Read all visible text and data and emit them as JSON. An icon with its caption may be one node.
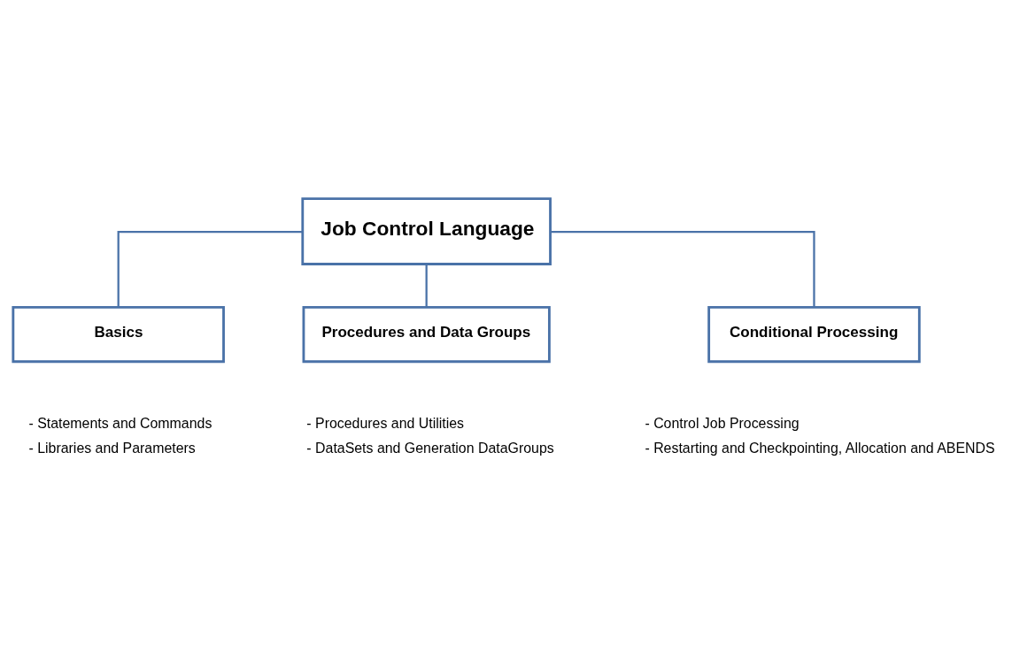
{
  "diagram": {
    "nodes": [
      {
        "text": [
          "Job Control Language"
        ]
      },
      {
        "text": [
          "Basics"
        ],
        "beside": [
          "- Statements and Commands",
          "- Libraries and Parameters"
        ]
      },
      {
        "text": [
          "Procedures and Data Groups"
        ],
        "beside": [
          "- Procedures and Utilities",
          "- DataSets and Generation DataGroups"
        ]
      },
      {
        "text": [
          "Conditional Processing"
        ],
        "beside": [
          "- Control Job Processing",
          "- Restarting and Checkpointing, Allocation and ABENDS"
        ]
      }
    ],
    "edges": [
      {
        "from": 0,
        "to": 1,
        "arrow": "none"
      },
      {
        "from": 0,
        "to": 2,
        "arrow": "none"
      },
      {
        "from": 0,
        "to": 3,
        "arrow": "none"
      }
    ]
  }
}
